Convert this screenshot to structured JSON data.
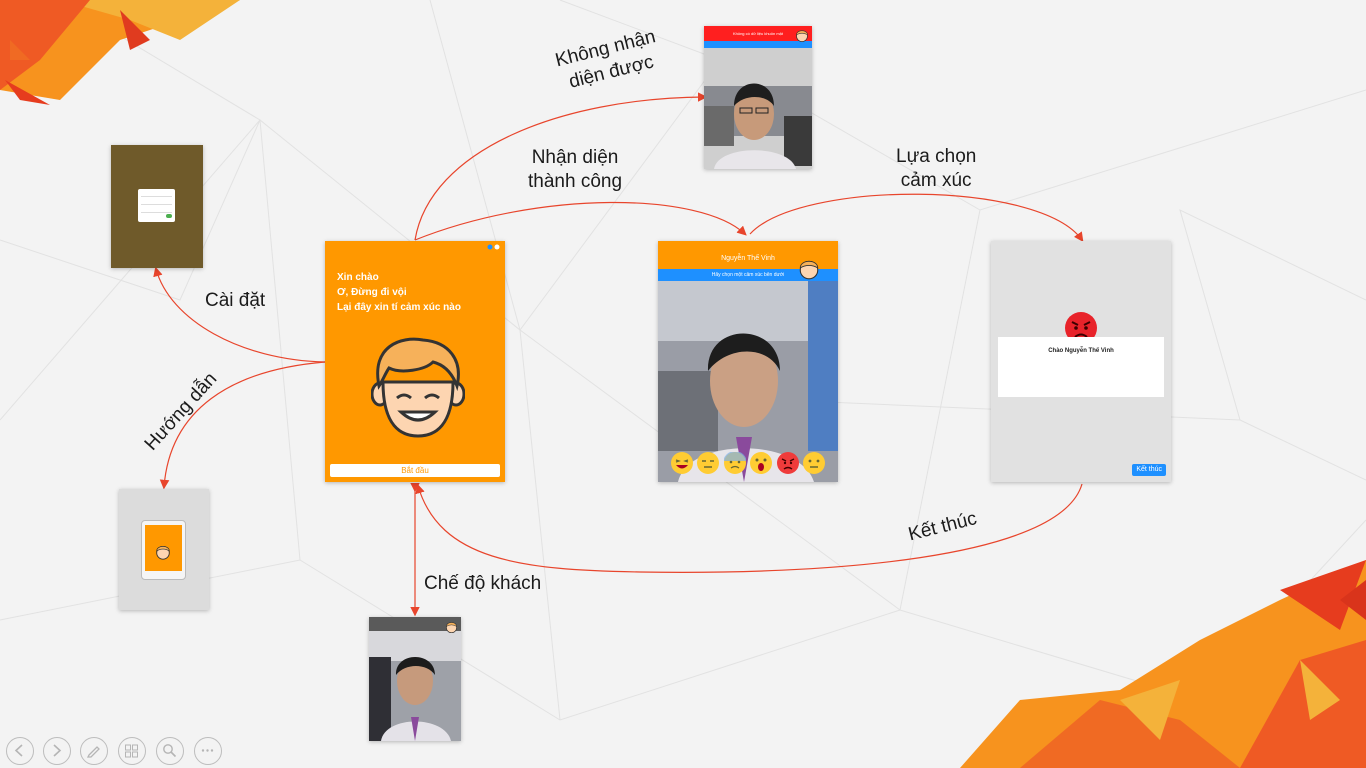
{
  "colors": {
    "accent_orange": "#ff9800",
    "blue": "#1e90ff",
    "red": "#ff1f1f",
    "arrow": "#e8452c"
  },
  "labels": {
    "not_recognized": [
      "Không nhận",
      "diện được"
    ],
    "recognized": [
      "Nhận diện",
      "thành công"
    ],
    "choose_emotion": [
      "Lựa chọn",
      "cảm xúc"
    ],
    "settings": "Cài đặt",
    "guide": "Hướng dẫn",
    "guest_mode": "Chế độ khách",
    "finish": "Kết thúc"
  },
  "screens": {
    "home": {
      "greeting": [
        "Xin chào",
        "Ơ, Đừng đi vội",
        "Lại đây xin tí cảm xúc nào"
      ],
      "start_button": "Bắt đầu"
    },
    "not_recognized": {
      "header": "Không có dữ liệu khuôn mặt"
    },
    "choose": {
      "name": "Nguyễn Thế Vinh",
      "prompt": "Hãy chọn một cảm xúc bên dưới",
      "emojis": [
        "laughing-emoji",
        "expressionless-emoji",
        "sad-emoji",
        "surprised-emoji",
        "angry-emoji",
        "neutral-emoji"
      ]
    },
    "result": {
      "title": "Chào Nguyễn Thế Vinh",
      "finish_button": "Kết thúc"
    }
  },
  "nav_controls": [
    "prev-icon",
    "next-icon",
    "pen-icon",
    "slides-icon",
    "zoom-icon",
    "more-icon"
  ]
}
